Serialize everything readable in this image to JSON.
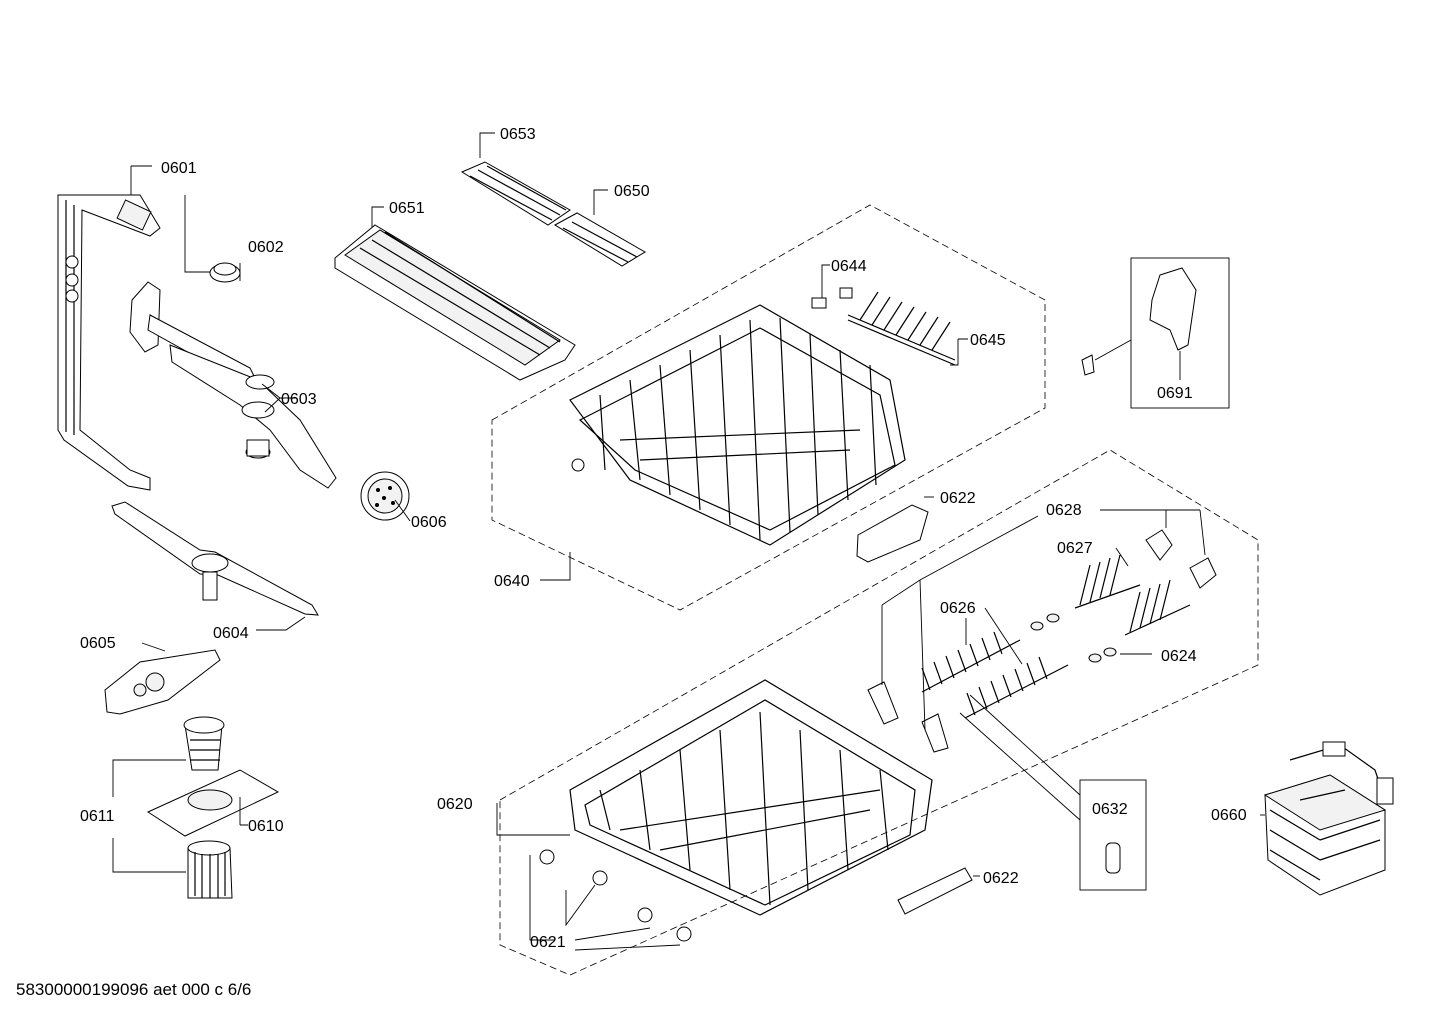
{
  "footer": {
    "doc_code": "58300000199096 aet 000 c 6/6"
  },
  "callouts": [
    {
      "id": "0601"
    },
    {
      "id": "0602"
    },
    {
      "id": "0603"
    },
    {
      "id": "0604"
    },
    {
      "id": "0605"
    },
    {
      "id": "0606"
    },
    {
      "id": "0610"
    },
    {
      "id": "0611"
    },
    {
      "id": "0620"
    },
    {
      "id": "0621"
    },
    {
      "id": "0622a",
      "text": "0622"
    },
    {
      "id": "0622b",
      "text": "0622"
    },
    {
      "id": "0624"
    },
    {
      "id": "0626"
    },
    {
      "id": "0627"
    },
    {
      "id": "0628"
    },
    {
      "id": "0632"
    },
    {
      "id": "0640"
    },
    {
      "id": "0644"
    },
    {
      "id": "0645"
    },
    {
      "id": "0650"
    },
    {
      "id": "0651"
    },
    {
      "id": "0653"
    },
    {
      "id": "0660"
    },
    {
      "id": "0691"
    }
  ],
  "labels": {
    "c0601": "0601",
    "c0602": "0602",
    "c0603": "0603",
    "c0604": "0604",
    "c0605": "0605",
    "c0606": "0606",
    "c0610": "0610",
    "c0611": "0611",
    "c0620": "0620",
    "c0621": "0621",
    "c0622a": "0622",
    "c0622b": "0622",
    "c0624": "0624",
    "c0626": "0626",
    "c0627": "0627",
    "c0628": "0628",
    "c0632": "0632",
    "c0640": "0640",
    "c0644": "0644",
    "c0645": "0645",
    "c0650": "0650",
    "c0651": "0651",
    "c0653": "0653",
    "c0660": "0660",
    "c0691": "0691"
  }
}
